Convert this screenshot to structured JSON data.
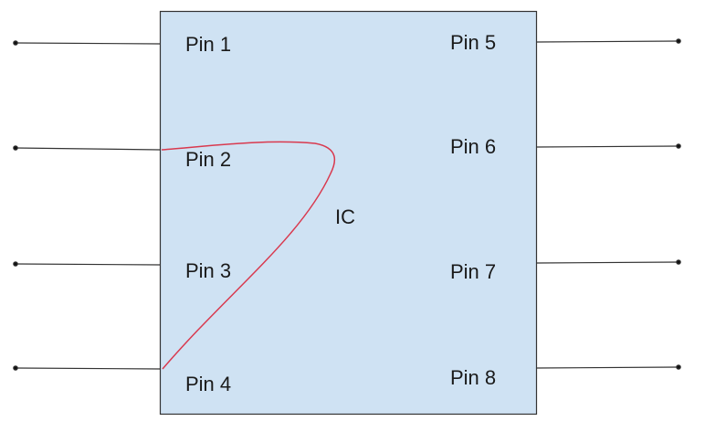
{
  "chip": {
    "label": "IC",
    "fill": "#cfe2f3",
    "stroke": "#333333"
  },
  "left_pins": [
    "Pin 1",
    "Pin 2",
    "Pin 3",
    "Pin 4"
  ],
  "right_pins": [
    "Pin 5",
    "Pin 6",
    "Pin 7",
    "Pin 8"
  ],
  "trace": {
    "color": "#d9394e",
    "from": "Pin 2",
    "to": "Pin 4"
  }
}
